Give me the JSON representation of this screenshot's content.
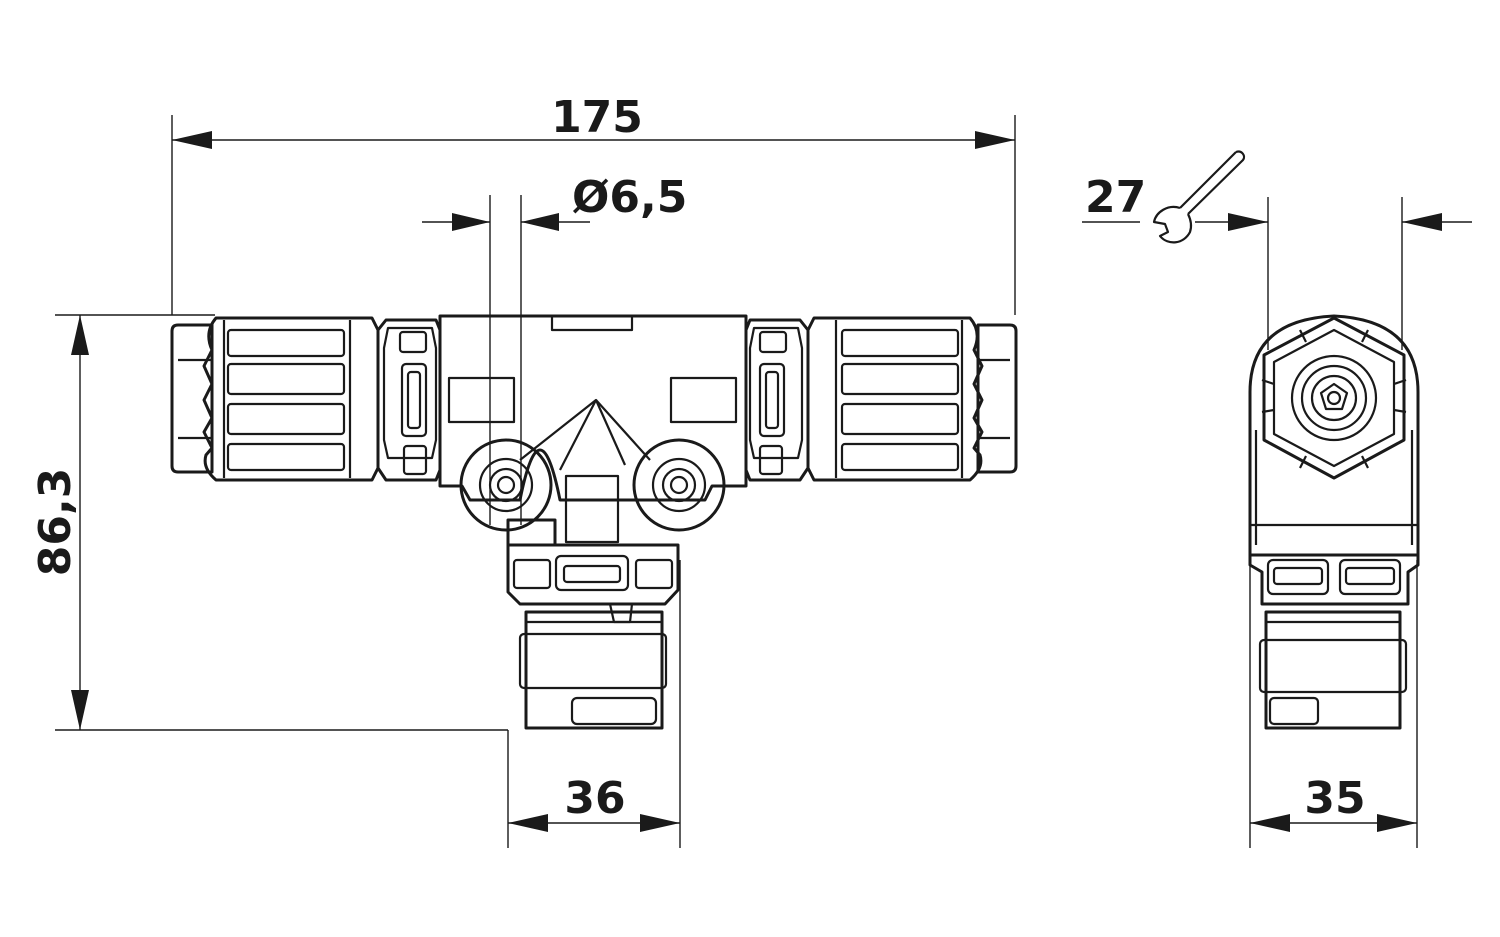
{
  "dimensions": {
    "overall_width": "175",
    "diameter": "Ø6,5",
    "height": "86,3",
    "bottom_width_front": "36",
    "wrench_size": "27",
    "bottom_width_side": "35"
  },
  "icons": {
    "wrench": "wrench-icon"
  }
}
